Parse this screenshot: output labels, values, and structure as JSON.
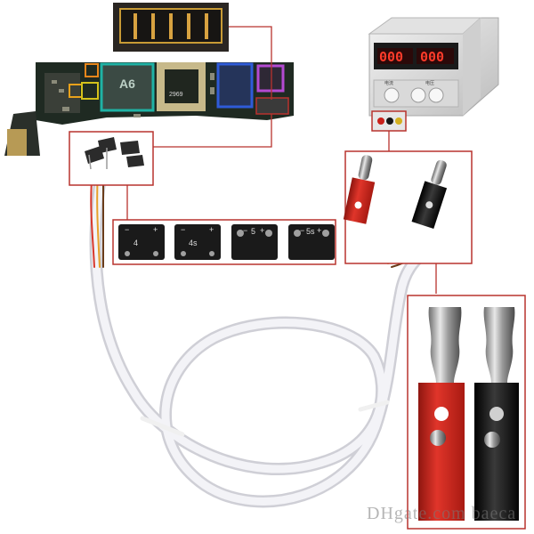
{
  "board": {
    "chip_label": "A6",
    "sim_label": "2969"
  },
  "power_supply": {
    "display_left": "000",
    "display_right": "000",
    "knob_left_label": "电流",
    "knob_right_label": "电压"
  },
  "connectors": [
    {
      "label": "4"
    },
    {
      "label": "4s"
    },
    {
      "label": "5"
    },
    {
      "label": "5s"
    }
  ],
  "connector_symbols": [
    {
      "minus": "−",
      "plus": "+"
    },
    {
      "minus": "−",
      "plus": "+"
    },
    {
      "minus": "−",
      "plus": "+"
    },
    {
      "minus": "−",
      "plus": "+"
    }
  ],
  "watermark": "DHgate.com  baeca",
  "colors": {
    "frame": "#b8332e",
    "red_plug": "#d42a22",
    "black_plug": "#161616",
    "cable": "#e9e9ee"
  }
}
